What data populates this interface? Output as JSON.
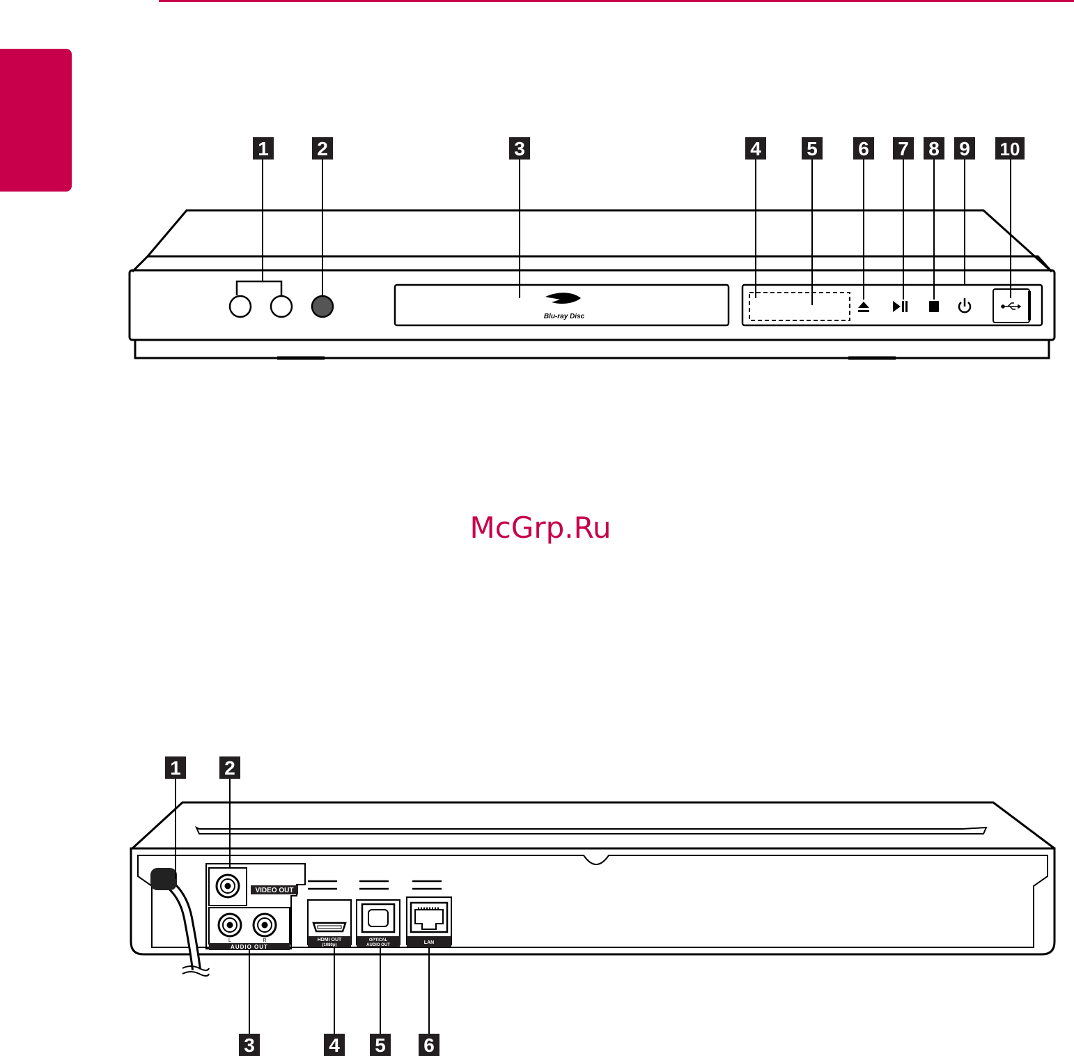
{
  "colors": {
    "accent": "#c8004b",
    "line": "#000000",
    "callout_bg": "#231f20",
    "callout_text": "#ffffff"
  },
  "watermark": "McGrp.Ru",
  "front_panel": {
    "callouts": [
      "1",
      "2",
      "3",
      "4",
      "5",
      "6",
      "7",
      "8",
      "9",
      "10"
    ],
    "disc_logo": "Blu-ray Disc",
    "icons": [
      "eject-icon",
      "play-pause-icon",
      "stop-icon",
      "power-icon",
      "usb-icon"
    ]
  },
  "rear_panel": {
    "callouts_top": [
      "1",
      "2"
    ],
    "callouts_bottom": [
      "3",
      "4",
      "5",
      "6"
    ],
    "labels": {
      "video_out": "VIDEO OUT",
      "audio_out": "AUDIO OUT",
      "audio_l": "L",
      "audio_r": "R",
      "hdmi_out": "HDMI OUT",
      "hdmi_res": "(1080p)",
      "optical_1": "OPTICAL",
      "optical_2": "AUDIO OUT",
      "lan": "LAN"
    }
  }
}
